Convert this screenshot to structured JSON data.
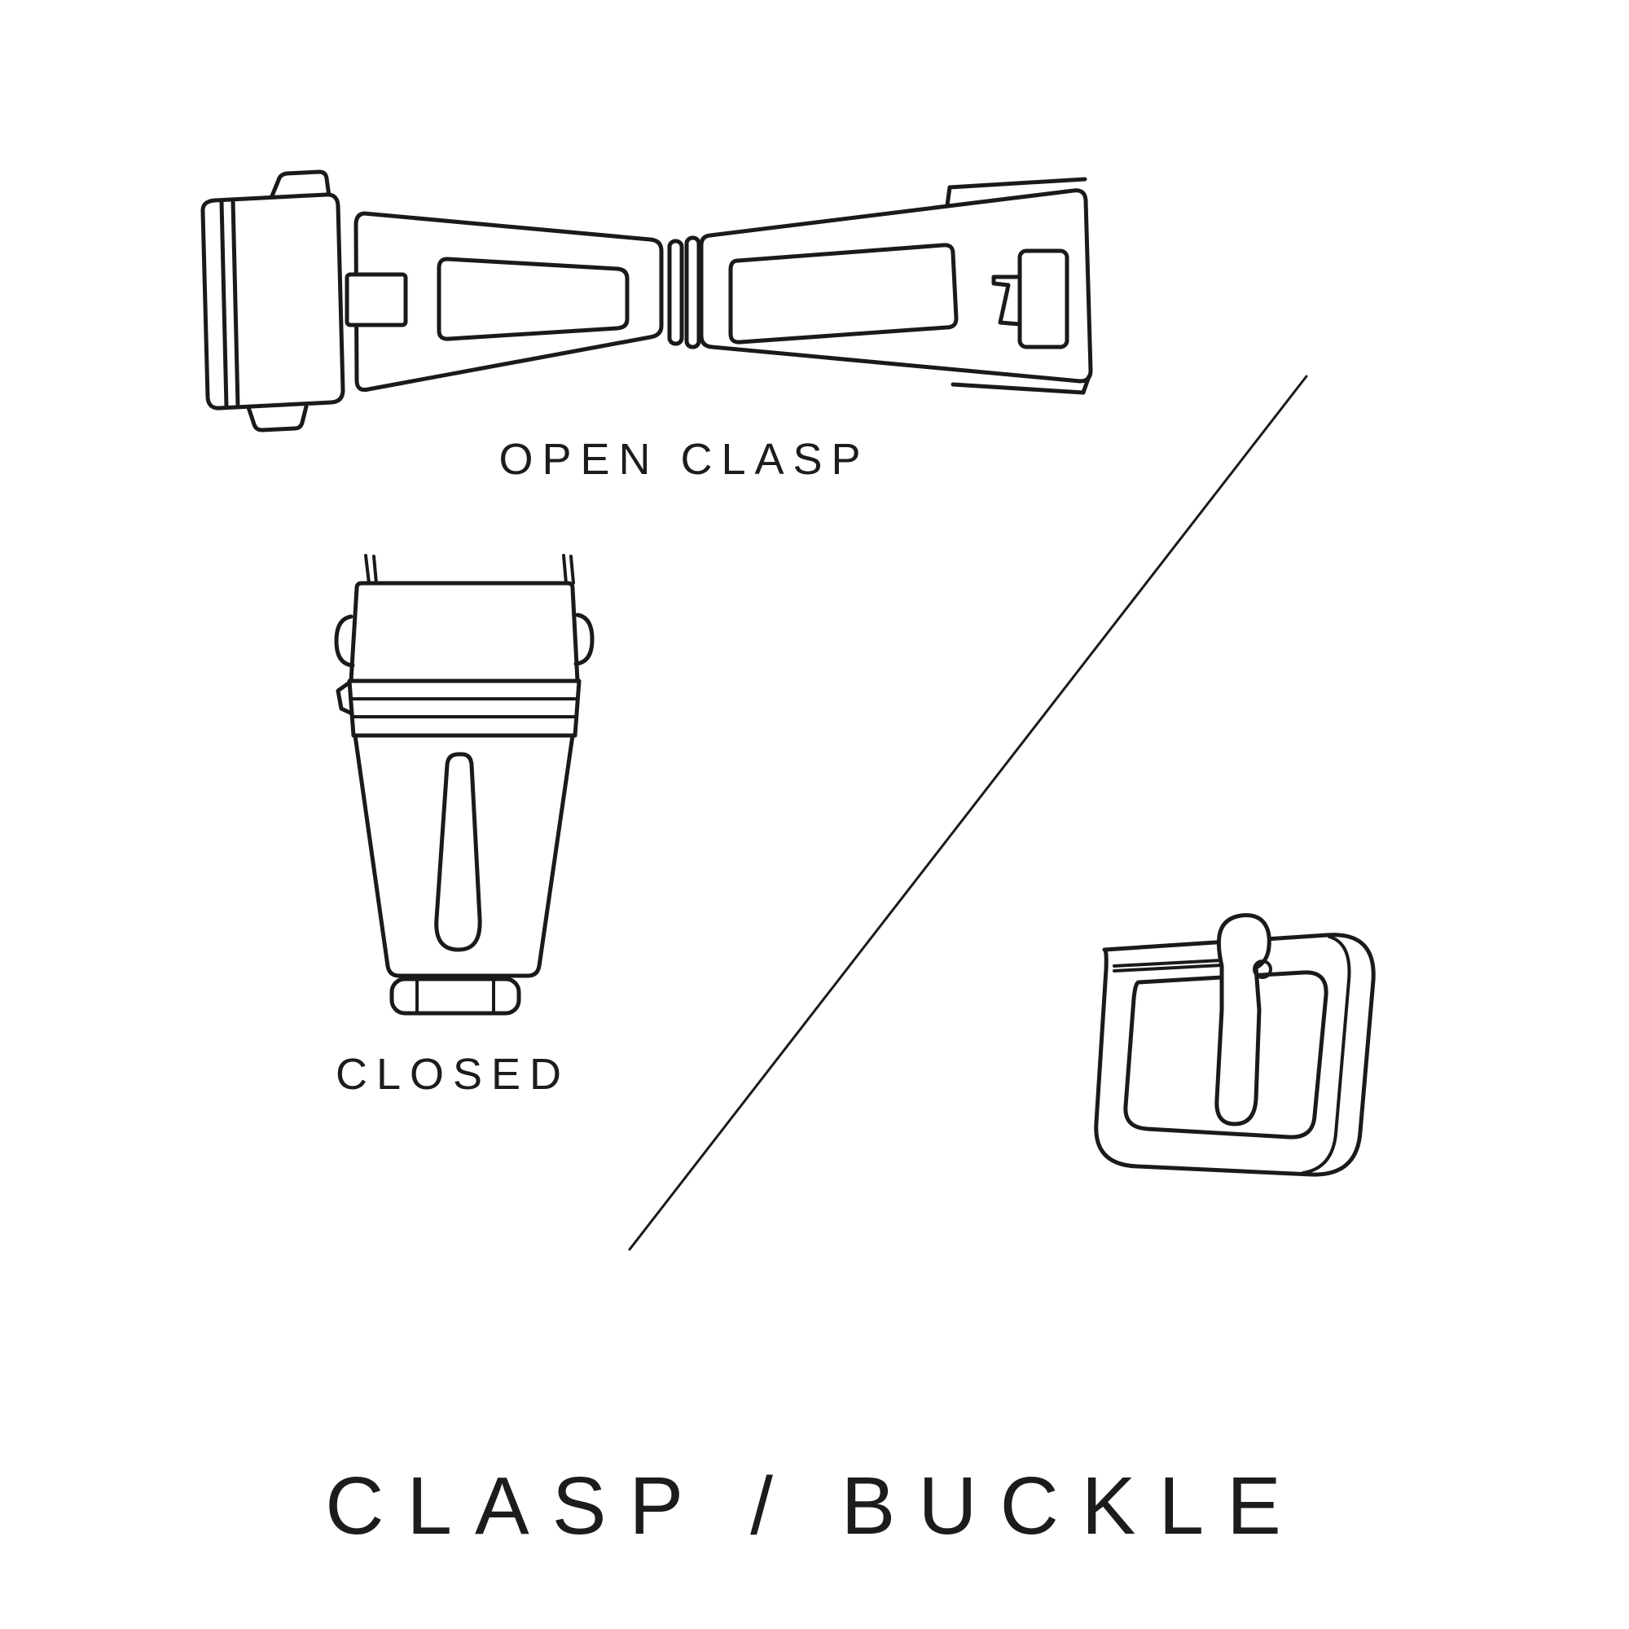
{
  "page": {
    "background_color": "#ffffff",
    "line_color": "#1a1a1a",
    "text_color": "#1c1c1c"
  },
  "labels": {
    "open_clasp": "OPEN CLASP",
    "closed": "CLOSED"
  },
  "title": "CLASP / BUCKLE",
  "illustrations": [
    {
      "name": "open-clasp-illustration"
    },
    {
      "name": "closed-clasp-illustration"
    },
    {
      "name": "tang-buckle-illustration"
    },
    {
      "name": "divider-line"
    }
  ]
}
